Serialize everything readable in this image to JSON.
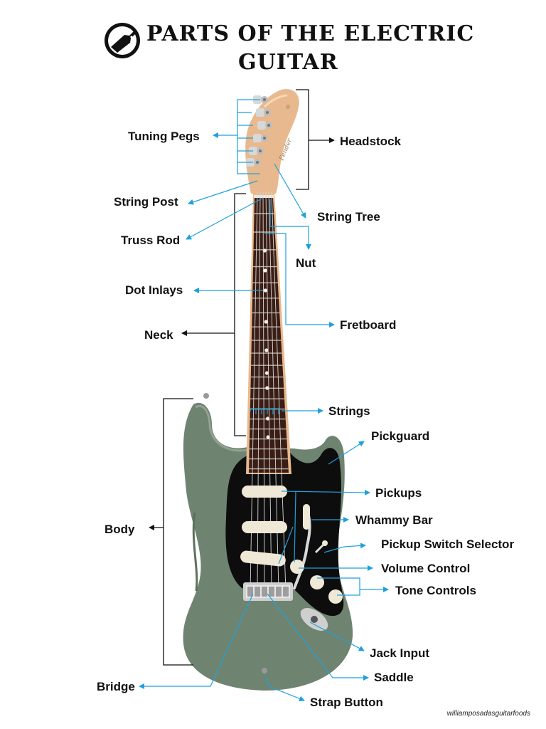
{
  "title": {
    "line1": "PARTS OF THE ELECTRIC",
    "line2": "GUITAR"
  },
  "logo": {
    "icon": "guitar-headstock-icon"
  },
  "labels": {
    "tuning_pegs": "Tuning Pegs",
    "headstock": "Headstock",
    "string_post": "String Post",
    "string_tree": "String Tree",
    "truss_rod": "Truss Rod",
    "nut": "Nut",
    "dot_inlays": "Dot Inlays",
    "fretboard": "Fretboard",
    "neck": "Neck",
    "strings": "Strings",
    "pickguard": "Pickguard",
    "pickups": "Pickups",
    "whammy_bar": "Whammy Bar",
    "body": "Body",
    "pickup_switch_selector": "Pickup Switch Selector",
    "volume_control": "Volume Control",
    "tone_controls": "Tone Controls",
    "jack_input": "Jack Input",
    "saddle": "Saddle",
    "bridge": "Bridge",
    "strap_button": "Strap Button"
  },
  "credit": "williamposadasguitarfoods",
  "colors": {
    "pointer": "#1ea1dc",
    "bracket": "#111111",
    "body": "#6f8470",
    "pickguard": "#0d0d0d",
    "fretboard": "#3a1e15",
    "maple": "#e8b98e",
    "pickup": "#efe8d6"
  }
}
